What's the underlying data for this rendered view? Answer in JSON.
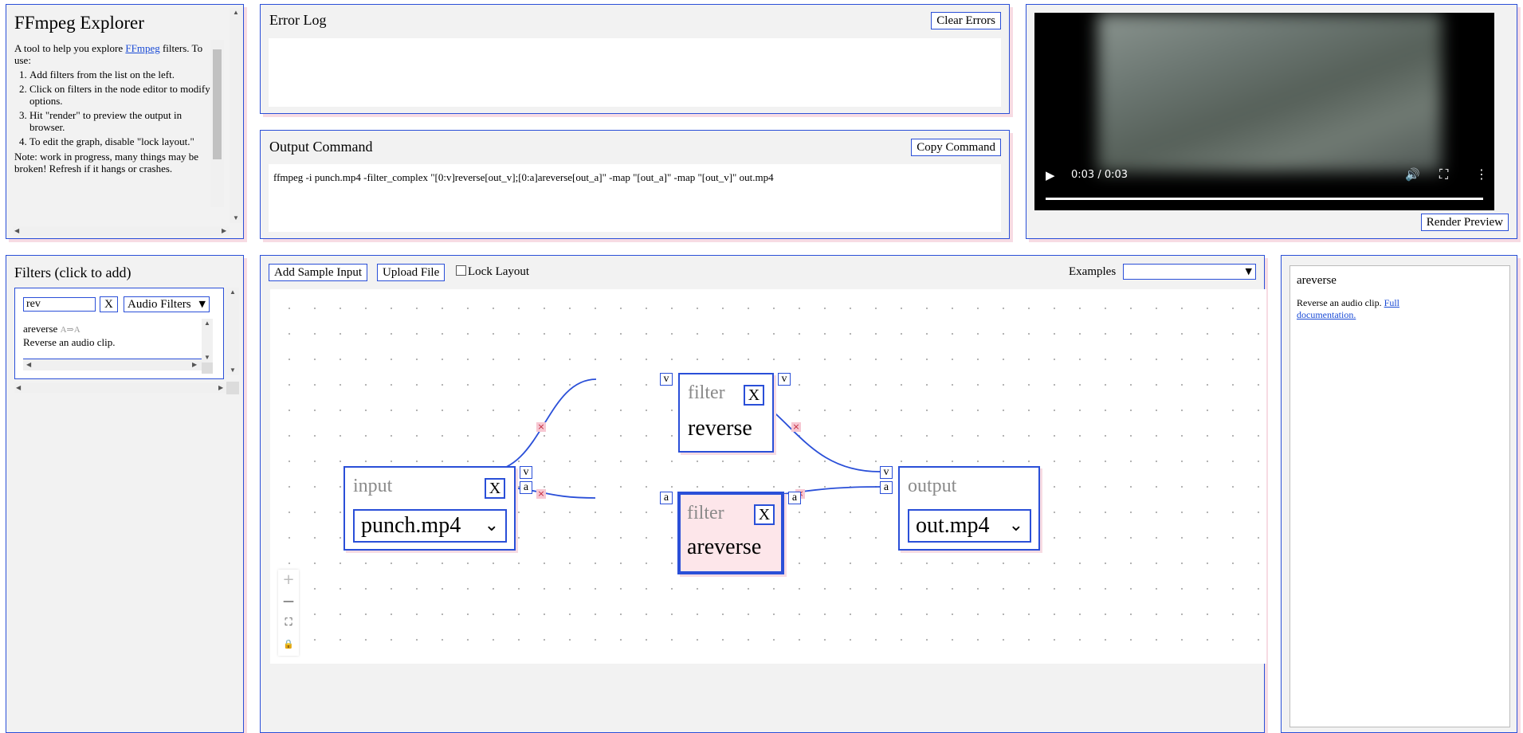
{
  "intro": {
    "title": "FFmpeg Explorer",
    "desc_prefix": "A tool to help you explore ",
    "desc_link": "FFmpeg",
    "desc_suffix": " filters. To use:",
    "steps": [
      "Add filters from the list on the left.",
      "Click on filters in the node editor to modify options.",
      "Hit \"render\" to preview the output in browser.",
      "To edit the graph, disable \"lock layout.\""
    ],
    "note": "Note: work in progress, many things may be broken! Refresh if it hangs or crashes."
  },
  "error_log": {
    "title": "Error Log",
    "clear_label": "Clear Errors",
    "content": ""
  },
  "output_command": {
    "title": "Output Command",
    "copy_label": "Copy Command",
    "command": "ffmpeg -i punch.mp4 -filter_complex \"[0:v]reverse[out_v];[0:a]areverse[out_a]\" -map \"[out_a]\" -map \"[out_v]\" out.mp4"
  },
  "video": {
    "time": "0:03 / 0:03",
    "progress": 1.0,
    "render_label": "Render Preview",
    "icons": [
      "play-icon",
      "volume-icon",
      "fullscreen-icon",
      "more-options-icon"
    ]
  },
  "filters": {
    "title": "Filters (click to add)",
    "search_value": "rev",
    "clear_label": "X",
    "category": "Audio Filters",
    "results": [
      {
        "name": "areverse",
        "io": "A⇒A",
        "desc": "Reverse an audio clip."
      }
    ]
  },
  "graph_toolbar": {
    "add_sample_label": "Add Sample Input",
    "upload_label": "Upload File",
    "lock_label": "Lock Layout",
    "lock_checked": false,
    "examples_label": "Examples",
    "examples_value": ""
  },
  "nodes": {
    "input": {
      "type": "input",
      "value": "punch.mp4",
      "close": "X",
      "ports": [
        "v",
        "a"
      ]
    },
    "reverse": {
      "type": "filter",
      "name": "reverse",
      "close": "X",
      "in_port": "v",
      "out_port": "v"
    },
    "areverse": {
      "type": "filter",
      "name": "areverse",
      "close": "X",
      "in_port": "a",
      "out_port": "a"
    },
    "output": {
      "type": "output",
      "value": "out.mp4",
      "ports": [
        "v",
        "a"
      ]
    }
  },
  "edge_delete_glyph": "×",
  "zoom_controls": {
    "zoom_in": "+",
    "zoom_out": "—",
    "fit": "⛶",
    "lock": "🔒"
  },
  "details": {
    "name": "areverse",
    "desc": "Reverse an audio clip. ",
    "link": "Full documentation."
  },
  "colors": {
    "accent": "#2a4fd8",
    "selected_node": "#fde6ea",
    "edge_delete": "#f7c7d2",
    "panel_bg": "#f2f2f2"
  }
}
